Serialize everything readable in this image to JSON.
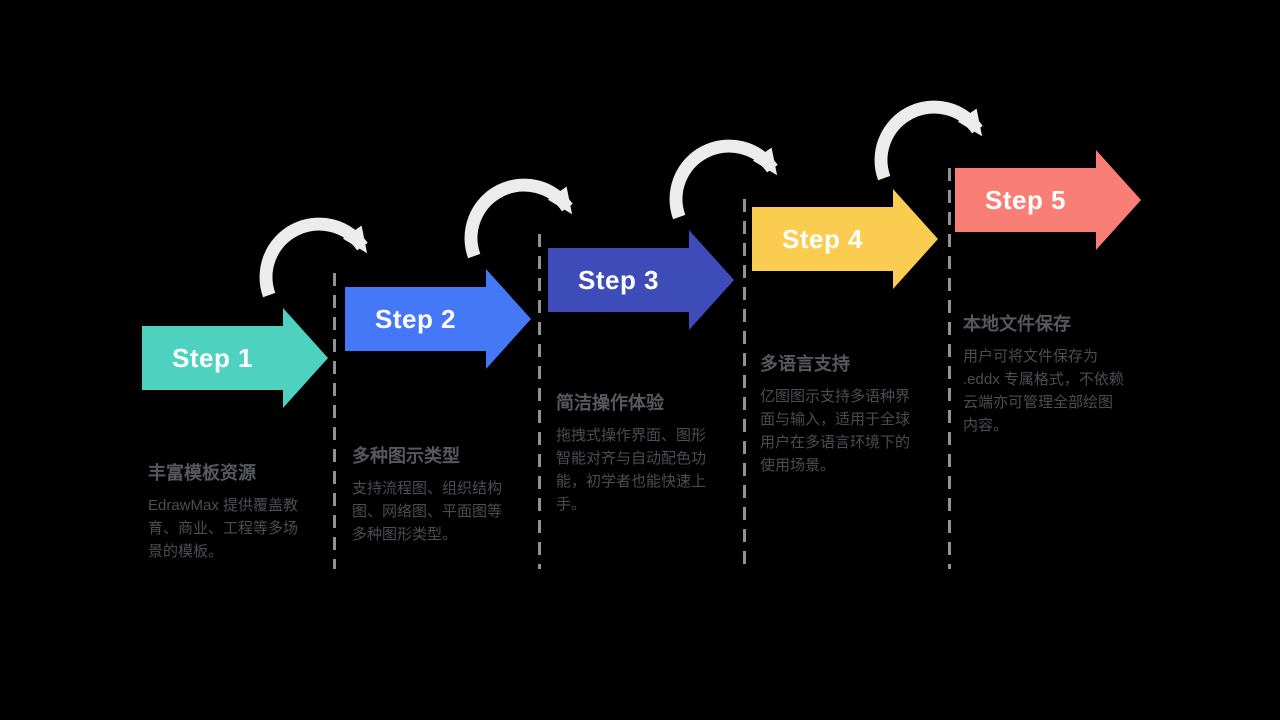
{
  "colors": {
    "background": "#000000",
    "connector": "#ececec",
    "divider": "#929292",
    "step-label": "#ffffff",
    "title-text": "#57585c",
    "body-text": "#4c4d51"
  },
  "steps": [
    {
      "label": "Step 1",
      "color": "#4fd1c0",
      "title": "丰富模板资源",
      "body": "EdrawMax 提供覆盖教育、商业、工程等多场景的模板。"
    },
    {
      "label": "Step 2",
      "color": "#4478f7",
      "title": "多种图示类型",
      "body": "支持流程图、组织结构图、网络图、平面图等多种图形类型。"
    },
    {
      "label": "Step 3",
      "color": "#3e4cba",
      "title": "简洁操作体验",
      "body": "拖拽式操作界面、图形智能对齐与自动配色功能，初学者也能快速上手。"
    },
    {
      "label": "Step 4",
      "color": "#facd51",
      "title": "多语言支持",
      "body": "亿图图示支持多语种界面与输入，适用于全球用户在多语言环境下的使用场景。"
    },
    {
      "label": "Step 5",
      "color": "#f97f76",
      "title": "本地文件保存",
      "body": "用户可将文件保存为 .eddx 专属格式，不依赖云端亦可管理全部绘图内容。"
    }
  ]
}
